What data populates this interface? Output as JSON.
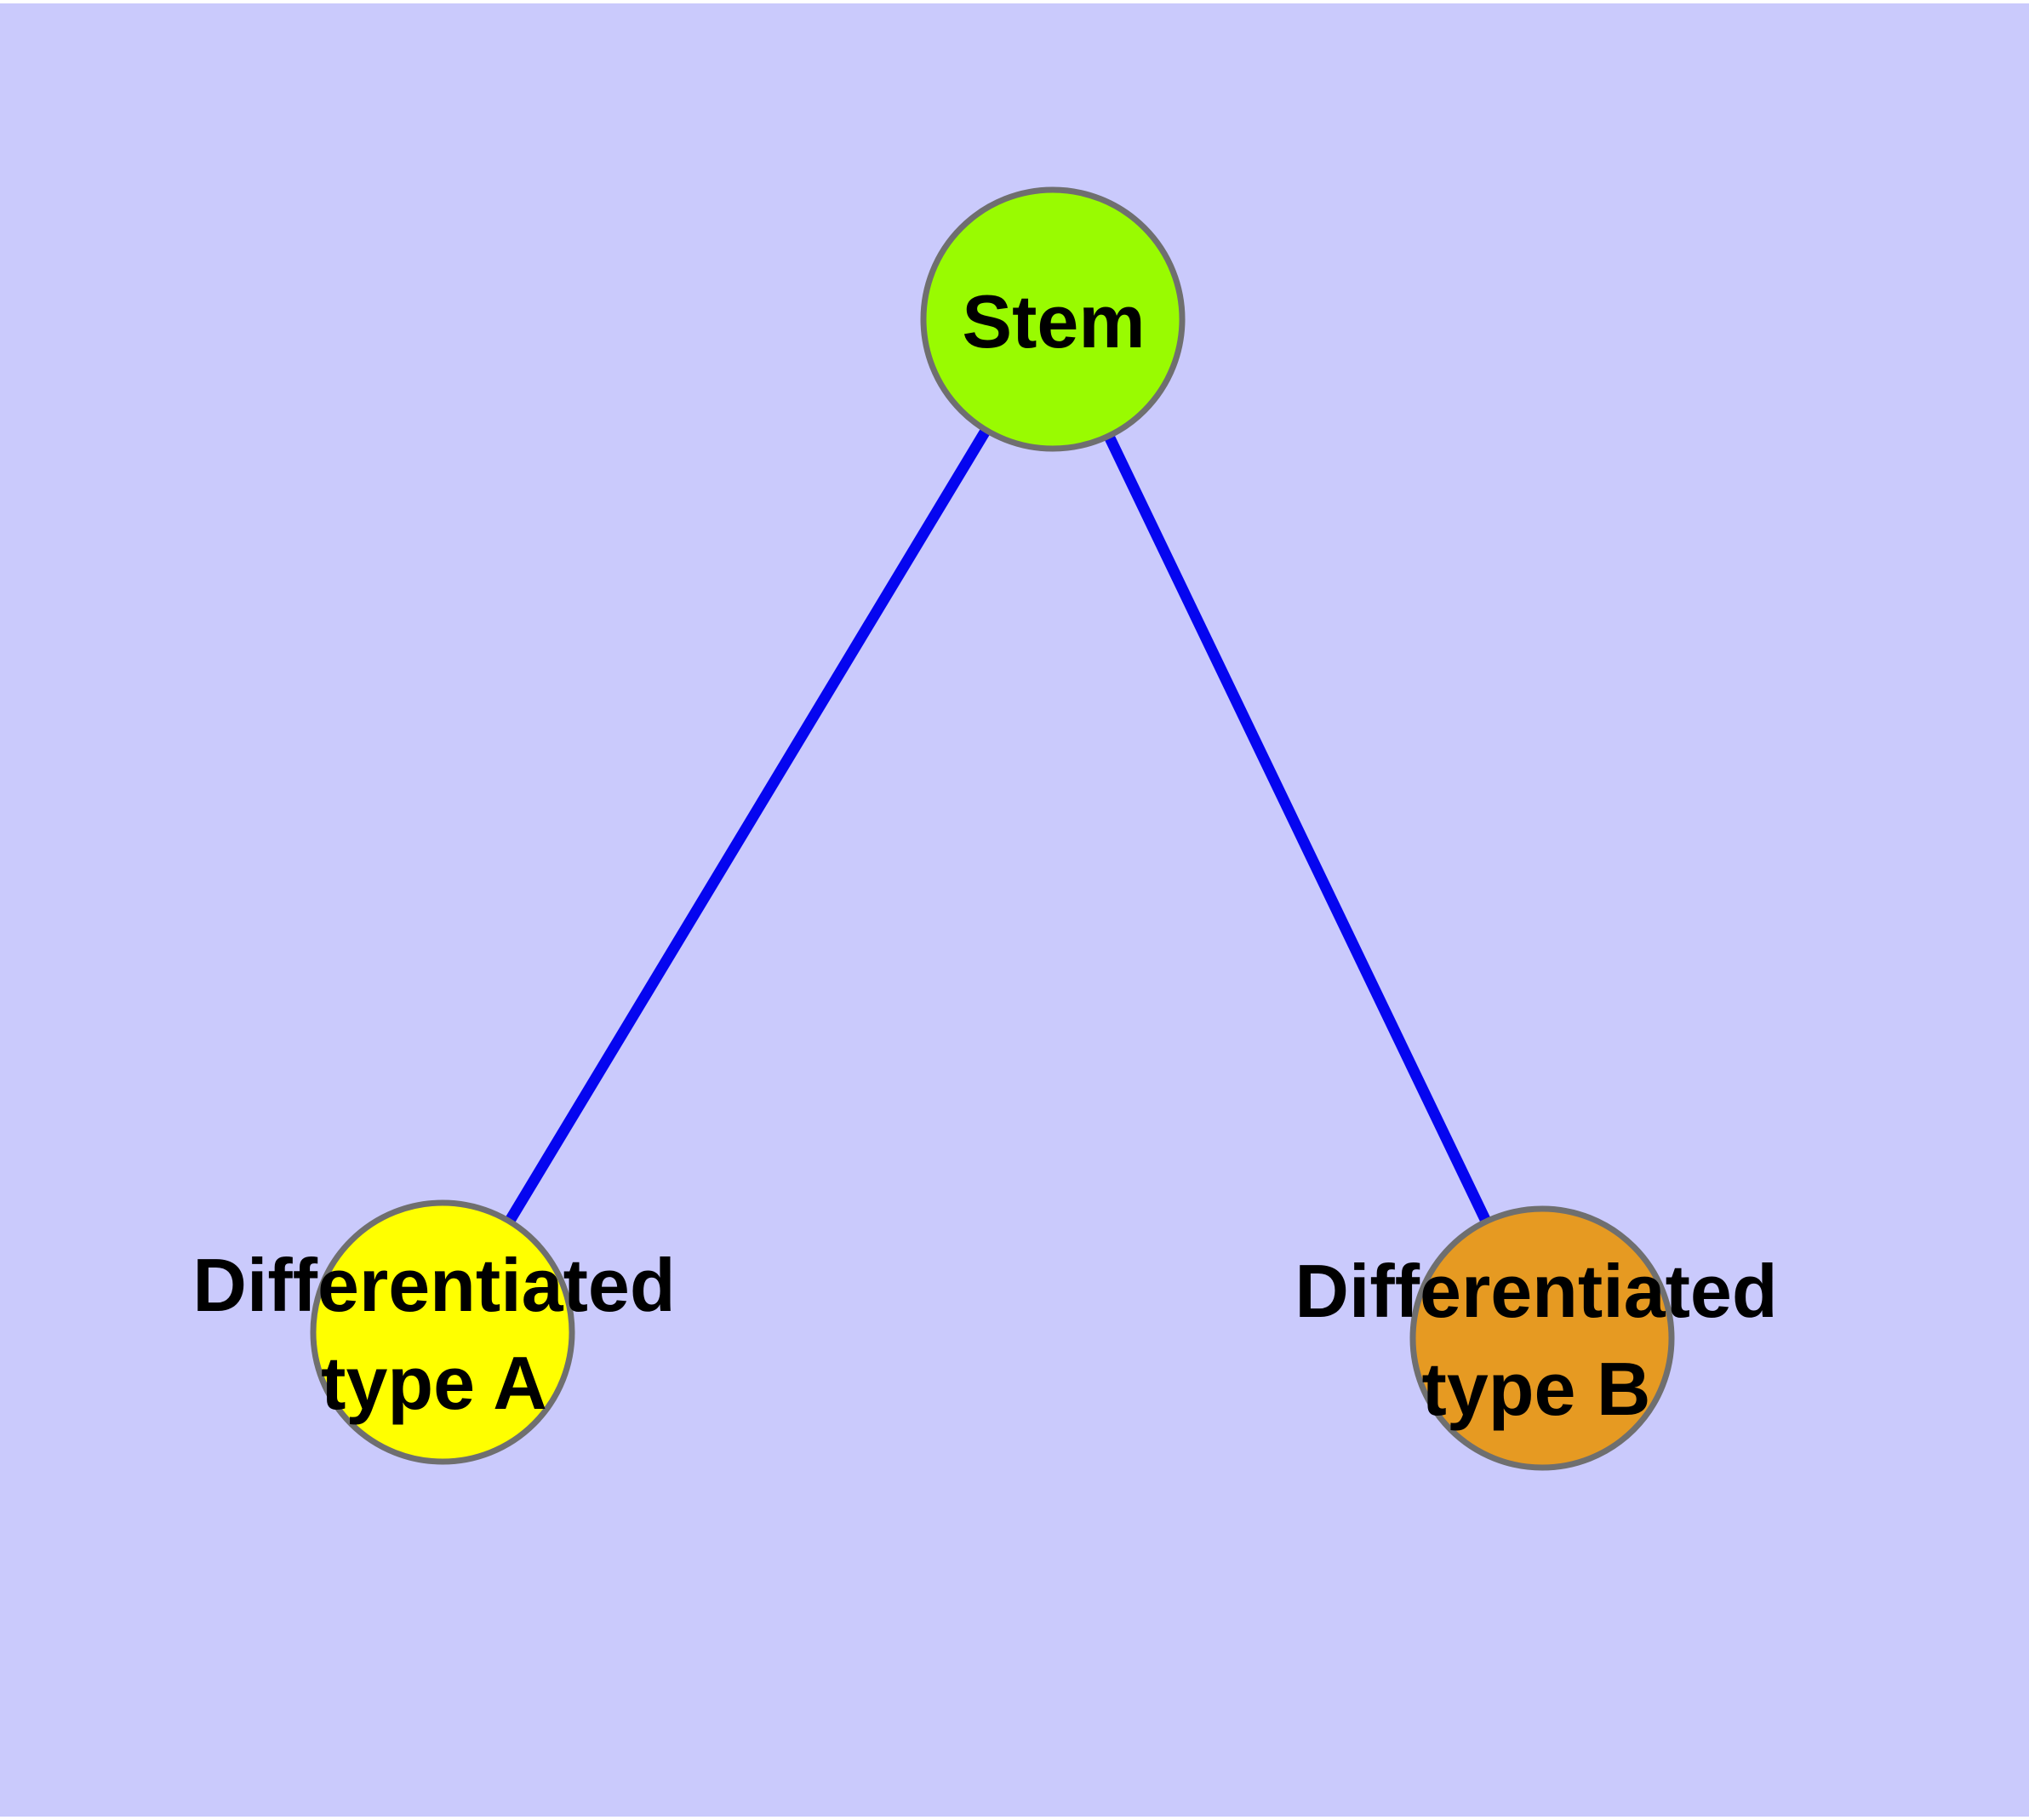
{
  "canvas": {
    "background_color": "#cacafc",
    "frame_color": "#ffffff"
  },
  "graph": {
    "edge_color": "#0505f0",
    "node_border_color": "#6f6f6f",
    "label_color": "#000000",
    "nodes": [
      {
        "label": "Stem",
        "color": "#99fb01"
      },
      {
        "label_line1": "Differentiated",
        "label_line2": "type A",
        "label": "Differentiated type A",
        "color": "#ffff00"
      },
      {
        "label_line1": "Differentiated",
        "label_line2": "type B",
        "label": "Differentiated type B",
        "color": "#e69a22"
      }
    ],
    "edges": [
      {
        "from": "Stem",
        "to": "Differentiated type A"
      },
      {
        "from": "Stem",
        "to": "Differentiated type B"
      }
    ]
  }
}
